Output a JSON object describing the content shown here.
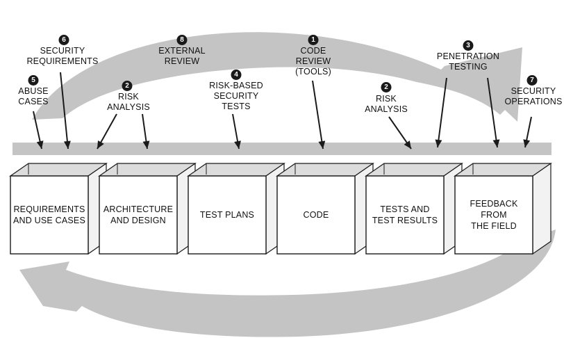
{
  "phases": [
    {
      "lines": [
        "REQUIREMENTS",
        "AND USE CASES"
      ]
    },
    {
      "lines": [
        "ARCHITECTURE",
        "AND DESIGN"
      ]
    },
    {
      "lines": [
        "TEST PLANS"
      ]
    },
    {
      "lines": [
        "CODE"
      ]
    },
    {
      "lines": [
        "TESTS AND",
        "TEST RESULTS"
      ]
    },
    {
      "lines": [
        "FEEDBACK",
        "FROM",
        "THE FIELD"
      ]
    }
  ],
  "touchpoints": [
    {
      "num": "5",
      "lines": [
        "ABUSE",
        "CASES"
      ]
    },
    {
      "num": "6",
      "lines": [
        "SECURITY",
        "REQUIREMENTS"
      ]
    },
    {
      "num": "2",
      "lines": [
        "RISK",
        "ANALYSIS"
      ]
    },
    {
      "num": "8",
      "lines": [
        "EXTERNAL",
        "REVIEW"
      ]
    },
    {
      "num": "4",
      "lines": [
        "RISK-BASED",
        "SECURITY",
        "TESTS"
      ]
    },
    {
      "num": "1",
      "lines": [
        "CODE",
        "REVIEW",
        "(TOOLS)"
      ]
    },
    {
      "num": "2",
      "lines": [
        "RISK",
        "ANALYSIS"
      ]
    },
    {
      "num": "3",
      "lines": [
        "PENETRATION",
        "TESTING"
      ]
    },
    {
      "num": "7",
      "lines": [
        "SECURITY",
        "OPERATIONS"
      ]
    }
  ],
  "colors": {
    "band": "#c4c4c4",
    "box_face": "#ffffff",
    "box_side": "#f2f2f2",
    "stroke": "#1a1a1a",
    "badge": "#1a1a1a"
  }
}
